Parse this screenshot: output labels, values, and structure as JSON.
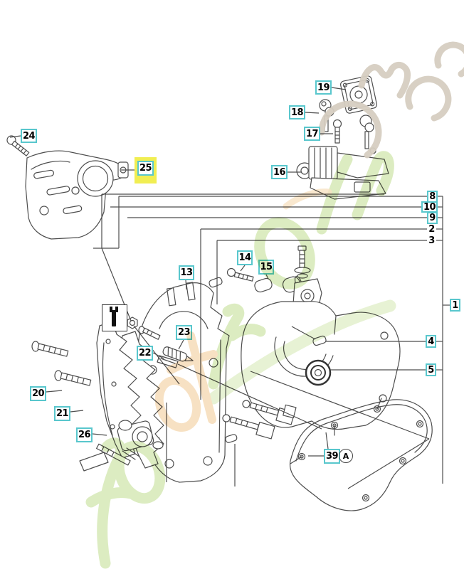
{
  "diagram": {
    "type": "exploded-parts-diagram",
    "subject": "chainsaw crankcase / chain brake assembly",
    "highlighted_callout": "25",
    "detail_marker": "A",
    "tool_symbol": "wrench-icon"
  },
  "callouts": [
    {
      "id": "1",
      "text": "1",
      "boxed": true,
      "highlighted": false
    },
    {
      "id": "2",
      "text": "2",
      "boxed": false,
      "highlighted": false
    },
    {
      "id": "3",
      "text": "3",
      "boxed": false,
      "highlighted": false
    },
    {
      "id": "4",
      "text": "4",
      "boxed": true,
      "highlighted": false
    },
    {
      "id": "5",
      "text": "5",
      "boxed": true,
      "highlighted": false
    },
    {
      "id": "8",
      "text": "8",
      "boxed": true,
      "highlighted": false
    },
    {
      "id": "9",
      "text": "9",
      "boxed": true,
      "highlighted": false
    },
    {
      "id": "10",
      "text": "10",
      "boxed": true,
      "highlighted": false
    },
    {
      "id": "13",
      "text": "13",
      "boxed": true,
      "highlighted": false
    },
    {
      "id": "14",
      "text": "14",
      "boxed": true,
      "highlighted": false
    },
    {
      "id": "15",
      "text": "15",
      "boxed": true,
      "highlighted": false
    },
    {
      "id": "16",
      "text": "16",
      "boxed": true,
      "highlighted": false
    },
    {
      "id": "17",
      "text": "17",
      "boxed": true,
      "highlighted": false
    },
    {
      "id": "18",
      "text": "18",
      "boxed": true,
      "highlighted": false
    },
    {
      "id": "19",
      "text": "19",
      "boxed": true,
      "highlighted": false
    },
    {
      "id": "20",
      "text": "20",
      "boxed": true,
      "highlighted": false
    },
    {
      "id": "21",
      "text": "21",
      "boxed": true,
      "highlighted": false
    },
    {
      "id": "22",
      "text": "22",
      "boxed": true,
      "highlighted": false
    },
    {
      "id": "23",
      "text": "23",
      "boxed": true,
      "highlighted": false
    },
    {
      "id": "24",
      "text": "24",
      "boxed": true,
      "highlighted": false
    },
    {
      "id": "25",
      "text": "25",
      "boxed": true,
      "highlighted": true
    },
    {
      "id": "26",
      "text": "26",
      "boxed": true,
      "highlighted": false
    },
    {
      "id": "39",
      "text": "39",
      "boxed": true,
      "highlighted": false
    }
  ],
  "marker": {
    "text": "A"
  },
  "watermark": {
    "text": "foretjardin.com",
    "legibility": "partial, stylized script",
    "green": "#c7e19b",
    "orange": "#f2cf9e",
    "tan": "#d6cec1"
  },
  "colors": {
    "callout_border": "#59c7cd",
    "highlight_yellow": "#f1ee52",
    "line": "#4d4d4d",
    "background": "#ffffff"
  }
}
